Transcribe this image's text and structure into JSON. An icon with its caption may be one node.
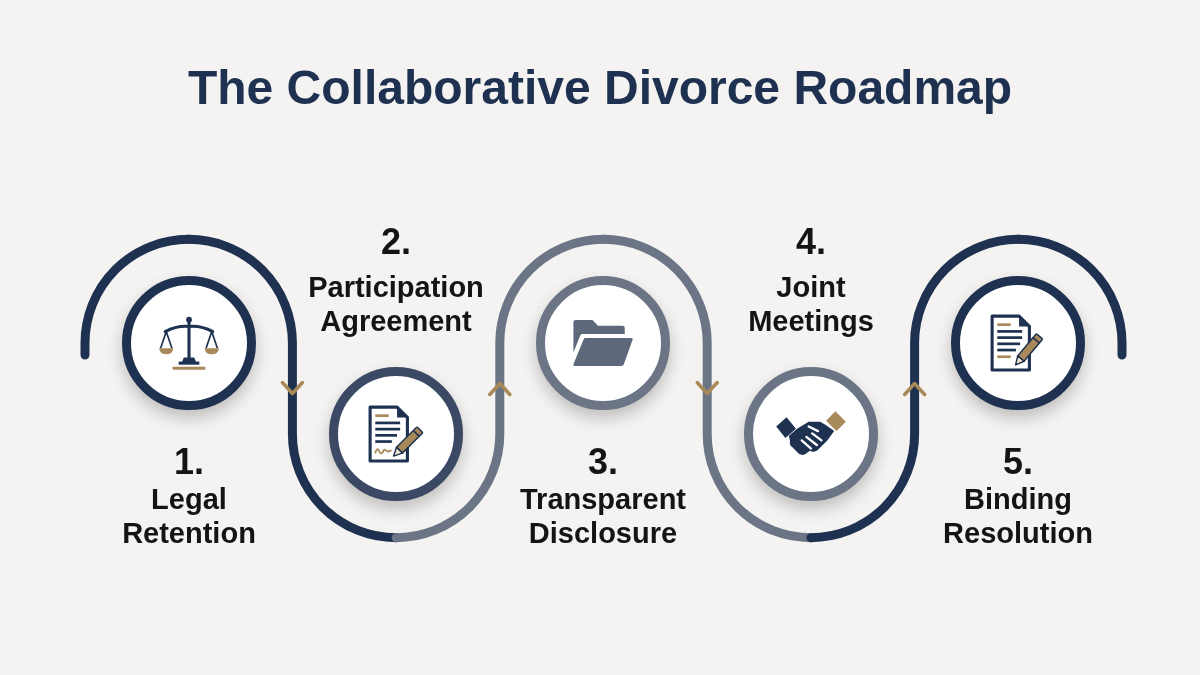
{
  "diagram": {
    "title": "The Collaborative Divorce Roadmap",
    "nodes": [
      {
        "text": [
          "1.",
          "Legal Retention"
        ]
      },
      {
        "text": [
          "2.",
          "Participation Agreement"
        ]
      },
      {
        "text": [
          "3.",
          "Transparent Disclosure"
        ]
      },
      {
        "text": [
          "4.",
          "Joint Meetings"
        ]
      },
      {
        "text": [
          "5.",
          "Binding Resolution"
        ]
      }
    ],
    "edges": [
      {
        "from": null,
        "to": 0,
        "arrow": "none"
      },
      {
        "from": 0,
        "to": 1,
        "arrow": "to"
      },
      {
        "from": 1,
        "to": 2,
        "arrow": "to",
        "color": "#6b7586"
      },
      {
        "from": 2,
        "to": 3,
        "arrow": "to",
        "color": "#6b7586"
      },
      {
        "from": 3,
        "to": 4,
        "arrow": "to"
      },
      {
        "from": 4,
        "to": null,
        "arrow": "none"
      }
    ]
  }
}
